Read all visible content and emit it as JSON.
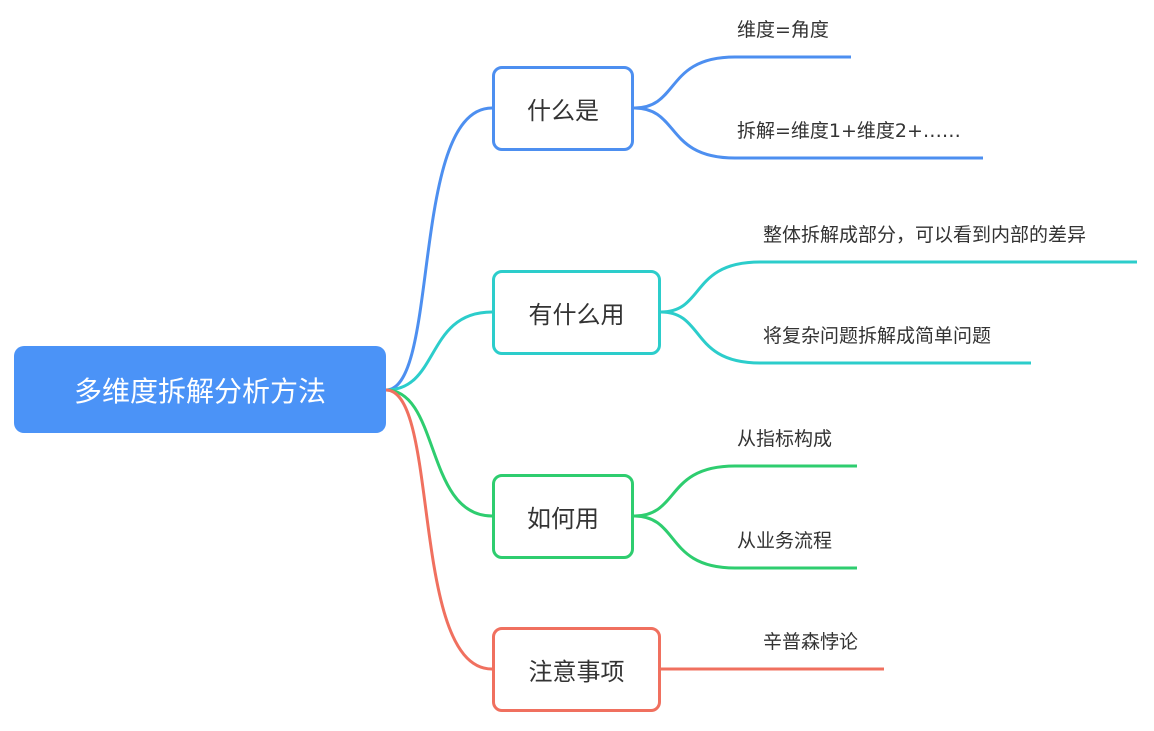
{
  "root": {
    "label": "多维度拆解分析方法",
    "color": "#4b93f7"
  },
  "branches": [
    {
      "label": "什么是",
      "color": "#4d8ff0",
      "leaves": [
        "维度=角度",
        "拆解=维度1+维度2+……"
      ]
    },
    {
      "label": "有什么用",
      "color": "#2ccdcb",
      "leaves": [
        "整体拆解成部分，可以看到内部的差异",
        "将复杂问题拆解成简单问题"
      ]
    },
    {
      "label": "如何用",
      "color": "#2ecd6f",
      "leaves": [
        "从指标构成",
        "从业务流程"
      ]
    },
    {
      "label": "注意事项",
      "color": "#f0705f",
      "leaves": [
        "辛普森悖论"
      ]
    }
  ]
}
